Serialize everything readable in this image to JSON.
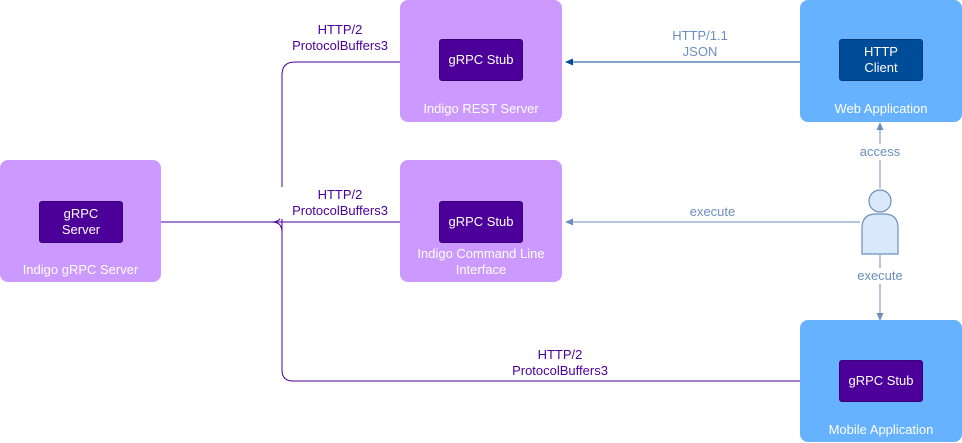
{
  "nodes": {
    "grpc_server": {
      "inner": "gRPC\nServer",
      "caption": "Indigo gRPC Server"
    },
    "rest_server": {
      "inner": "gRPC Stub",
      "caption": "Indigo REST Server"
    },
    "cli": {
      "inner": "gRPC Stub",
      "caption": "Indigo Command Line\nInterface"
    },
    "web_app": {
      "inner": "HTTP\nClient",
      "caption": "Web Application"
    },
    "mobile_app": {
      "inner": "gRPC Stub",
      "caption": "Mobile Application"
    }
  },
  "edges": {
    "to_rest": "HTTP/2\nProtocolBuffers3",
    "to_cli": "HTTP/2\nProtocolBuffers3",
    "to_mobile": "HTTP/2\nProtocolBuffers3",
    "web_to_rest": "HTTP/1.1\nJSON",
    "user_to_cli": "execute",
    "user_to_web": "access",
    "user_to_mobile": "execute"
  },
  "colors": {
    "container": "#cc99ff",
    "inner": "#4c0099",
    "app_container": "#66b2ff",
    "app_inner": "#004c99",
    "grpc_edge": "#4c0099",
    "http_edge": "#6c8ebf"
  },
  "icons": {
    "user": "user-icon"
  }
}
